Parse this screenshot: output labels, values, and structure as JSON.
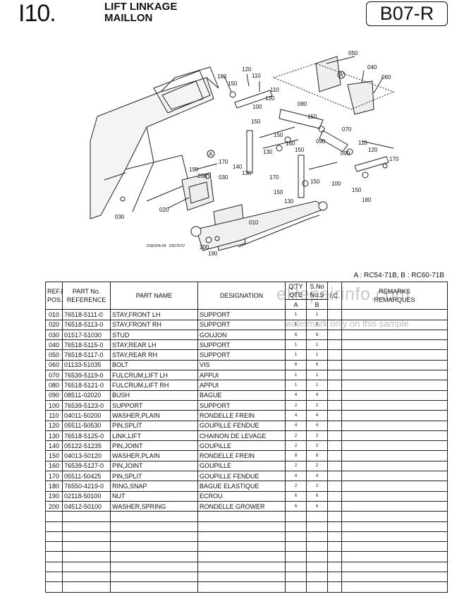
{
  "header": {
    "section": "I10.",
    "title_en": "LIFT LINKAGE",
    "title_fr": "MAILLON",
    "code": "B07-R"
  },
  "watermark": {
    "site": "eRepairinfo.com",
    "note": "watermark only on this sample"
  },
  "diagram": {
    "callouts": [
      "050",
      "040",
      "060",
      "120",
      "110",
      "180",
      "150",
      "100",
      "110",
      "120",
      "080",
      "150",
      "090",
      "070",
      "150",
      "160",
      "150",
      "130",
      "170",
      "140",
      "130",
      "170",
      "010",
      "190",
      "200",
      "030",
      "020",
      "030",
      "200",
      "190",
      "100",
      "150",
      "090",
      "110",
      "120",
      "170",
      "130",
      "150",
      "180",
      "A",
      "A"
    ],
    "stamps": [
      "DSEDFA-08",
      "KB278-07"
    ]
  },
  "models_note": "A : RC54-71B,  B : RC60-71B",
  "table": {
    "headers": {
      "ref": "REF.No.\nPOS.No.",
      "part_no": "PART No.\nREFERENCE",
      "part_name": "PART NAME",
      "designation": "DESIGNATION",
      "qty": "Q'TY\nQTE",
      "sno": "S.No\nNo.S",
      "col_a": "A",
      "col_b": "B",
      "ic": "I.C.",
      "remarks": "REMARKS\nREMARQUES"
    },
    "rows": [
      {
        "ref": "010",
        "part_no": "76518-5111-0",
        "name": "STAY,FRONT LH",
        "designation": "SUPPORT",
        "a": "1",
        "b": "1"
      },
      {
        "ref": "020",
        "part_no": "76518-5113-0",
        "name": "STAY,FRONT RH",
        "designation": "SUPPORT",
        "a": "1",
        "b": "1"
      },
      {
        "ref": "030",
        "part_no": "01517-51030",
        "name": "STUD",
        "designation": "GOUJON",
        "a": "6",
        "b": "6"
      },
      {
        "ref": "040",
        "part_no": "76518-5115-0",
        "name": "STAY,REAR LH",
        "designation": "SUPPORT",
        "a": "1",
        "b": "1"
      },
      {
        "ref": "050",
        "part_no": "76518-5117-0",
        "name": "STAY,REAR RH",
        "designation": "SUPPORT",
        "a": "1",
        "b": "1"
      },
      {
        "ref": "060",
        "part_no": "01133-51035",
        "name": "BOLT",
        "designation": "VIS",
        "a": "6",
        "b": "6"
      },
      {
        "ref": "070",
        "part_no": "76539-5119-0",
        "name": "FULCRUM,LIFT LH",
        "designation": "APPUI",
        "a": "1",
        "b": "1"
      },
      {
        "ref": "080",
        "part_no": "76518-5121-0",
        "name": "FULCRUM,LIFT RH",
        "designation": "APPUI",
        "a": "1",
        "b": "1"
      },
      {
        "ref": "090",
        "part_no": "08511-02020",
        "name": "BUSH",
        "designation": "BAGUE",
        "a": "4",
        "b": "4"
      },
      {
        "ref": "100",
        "part_no": "76539-5123-0",
        "name": "SUPPORT",
        "designation": "SUPPORT",
        "a": "2",
        "b": "2"
      },
      {
        "ref": "110",
        "part_no": "04011-50200",
        "name": "WASHER,PLAIN",
        "designation": "RONDELLE FREIN",
        "a": "4",
        "b": "4"
      },
      {
        "ref": "120",
        "part_no": "05511-50530",
        "name": "PIN,SPLIT",
        "designation": "GOUPILLE FENDUE",
        "a": "4",
        "b": "4"
      },
      {
        "ref": "130",
        "part_no": "76518-5125-0",
        "name": "LINK,LIFT",
        "designation": "CHAINON DE LEVAGE",
        "a": "2",
        "b": "2"
      },
      {
        "ref": "140",
        "part_no": "05122-51235",
        "name": "PIN,JOINT",
        "designation": "GOUPILLE",
        "a": "2",
        "b": "2"
      },
      {
        "ref": "150",
        "part_no": "04013-50120",
        "name": "WASHER,PLAIN",
        "designation": "RONDELLE FREIN",
        "a": "8",
        "b": "8"
      },
      {
        "ref": "160",
        "part_no": "76539-5127-0",
        "name": "PIN,JOINT",
        "designation": "GOUPILLE",
        "a": "2",
        "b": "2"
      },
      {
        "ref": "170",
        "part_no": "05511-50425",
        "name": "PIN,SPLIT",
        "designation": "GOUPILLE FENDUE",
        "a": "4",
        "b": "4"
      },
      {
        "ref": "180",
        "part_no": "76550-4219-0",
        "name": "RING,SNAP",
        "designation": "BAGUE ELASTIQUE",
        "a": "2",
        "b": "2"
      },
      {
        "ref": "190",
        "part_no": "02118-50100",
        "name": "NUT",
        "designation": "ECROU",
        "a": "6",
        "b": "6"
      },
      {
        "ref": "200",
        "part_no": "04512-50100",
        "name": "WASHER,SPRING",
        "designation": "RONDELLE GROWER",
        "a": "6",
        "b": "6"
      }
    ]
  }
}
